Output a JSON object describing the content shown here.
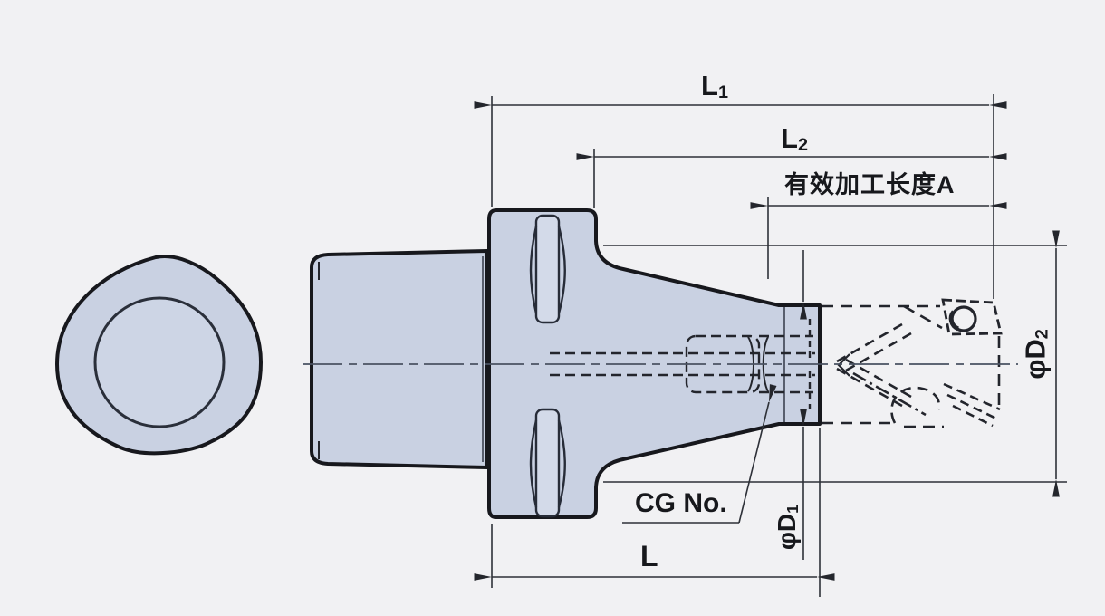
{
  "labels": {
    "l1": {
      "main": "L",
      "sub": "1"
    },
    "l2": {
      "main": "L",
      "sub": "2"
    },
    "effective_length": "有效加工长度A",
    "cg_no": "CG No.",
    "l": "L",
    "d1": {
      "main": "φD",
      "sub": "1"
    },
    "d2": {
      "main": "φD",
      "sub": "2"
    }
  },
  "colors": {
    "background": "#f1f1f3",
    "part-fill": "#c9d1e2",
    "slot-fill": "#d3dae9",
    "outline": "#17181d",
    "hidden-line": "#23252c",
    "dim-line": "#2e3138",
    "text": "#17181c",
    "centerline": "#4a5262"
  }
}
